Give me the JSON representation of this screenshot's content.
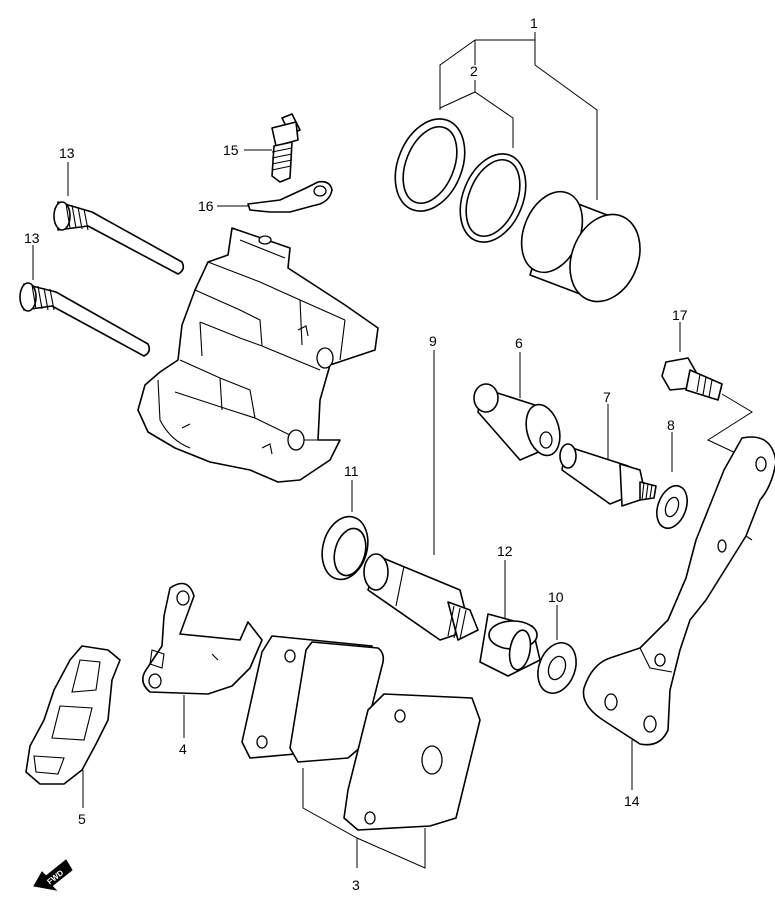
{
  "callouts": [
    {
      "id": "1",
      "label": "1"
    },
    {
      "id": "2",
      "label": "2"
    },
    {
      "id": "3",
      "label": "3"
    },
    {
      "id": "4",
      "label": "4"
    },
    {
      "id": "5",
      "label": "5"
    },
    {
      "id": "6",
      "label": "6"
    },
    {
      "id": "7",
      "label": "7"
    },
    {
      "id": "8",
      "label": "8"
    },
    {
      "id": "9",
      "label": "9"
    },
    {
      "id": "10",
      "label": "10"
    },
    {
      "id": "11",
      "label": "11"
    },
    {
      "id": "12",
      "label": "12"
    },
    {
      "id": "13a",
      "label": "13"
    },
    {
      "id": "13b",
      "label": "13"
    },
    {
      "id": "14",
      "label": "14"
    },
    {
      "id": "15",
      "label": "15"
    },
    {
      "id": "16",
      "label": "16"
    },
    {
      "id": "17",
      "label": "17"
    }
  ],
  "direction_badge": {
    "label": "FWD",
    "icon": "fwd-arrow-icon"
  }
}
